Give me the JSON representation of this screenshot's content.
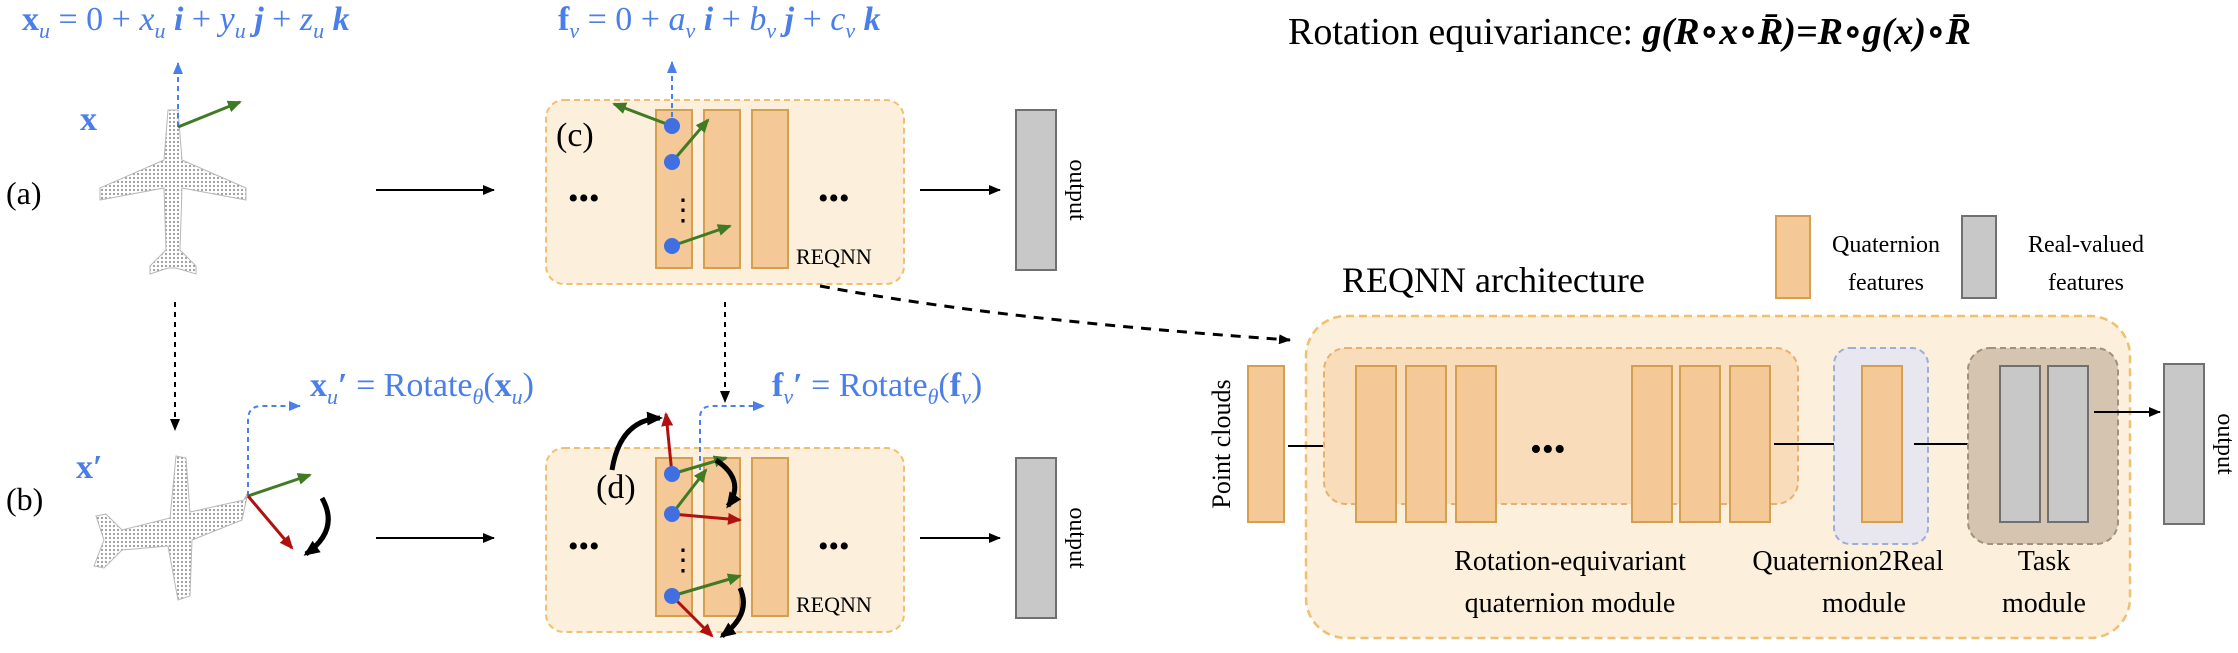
{
  "panels": {
    "a_label": "(a)",
    "b_label": "(b)",
    "c_label": "(c)",
    "d_label": "(d)"
  },
  "equations": {
    "x_def": {
      "lhs": "x",
      "sub": "u",
      "rhs_prefix": " = 0 + ",
      "terms": [
        {
          "coef": "x",
          "sub": "u",
          "unit": "i"
        },
        {
          "coef": "y",
          "sub": "u",
          "unit": "j"
        },
        {
          "coef": "z",
          "sub": "u",
          "unit": "k"
        }
      ]
    },
    "f_def": {
      "lhs": "f",
      "sub": "v",
      "rhs_prefix": " = 0 + ",
      "terms": [
        {
          "coef": "a",
          "sub": "v",
          "unit": "i"
        },
        {
          "coef": "b",
          "sub": "v",
          "unit": "j"
        },
        {
          "coef": "c",
          "sub": "v",
          "unit": "k"
        }
      ]
    },
    "x_rot": {
      "lhs": "x",
      "sub": "u",
      "prime": "′",
      "rhs": " = Rotate",
      "theta": "θ",
      "arg": "x",
      "arg_sub": "u"
    },
    "f_rot": {
      "lhs": "f",
      "sub": "v",
      "prime": "′",
      "rhs": " = Rotate",
      "theta": "θ",
      "arg": "f",
      "arg_sub": "v"
    }
  },
  "labels": {
    "x": "x",
    "x_prime": "x′",
    "output": "output",
    "reqnn": "REQNN",
    "ellipsis": "•••",
    "vdots": "⋮"
  },
  "title": {
    "prefix": "Rotation equivariance: ",
    "formula": "g(R∘x∘R̄)=R∘g(x)∘R̄"
  },
  "legend": {
    "quaternion_1": "Quaternion",
    "quaternion_2": "features",
    "real_1": "Real-valued",
    "real_2": "features"
  },
  "architecture": {
    "title": "REQNN architecture",
    "input": "Point clouds",
    "module1_1": "Rotation-equivariant",
    "module1_2": "quaternion module",
    "module2_1": "Quaternion2Real",
    "module2_2": "module",
    "module3_1": "Task",
    "module3_2": "module",
    "output": "output"
  },
  "colors": {
    "quaternion_fill": "#f4c897",
    "quaternion_stroke": "#d4a050",
    "real_fill": "#c8c8c8",
    "real_stroke": "#707070",
    "panel_fill": "#fcefdc",
    "panel_stroke": "#f0c070",
    "blue": "#4a7ee8",
    "green": "#3f7a24",
    "red": "#b01010"
  }
}
